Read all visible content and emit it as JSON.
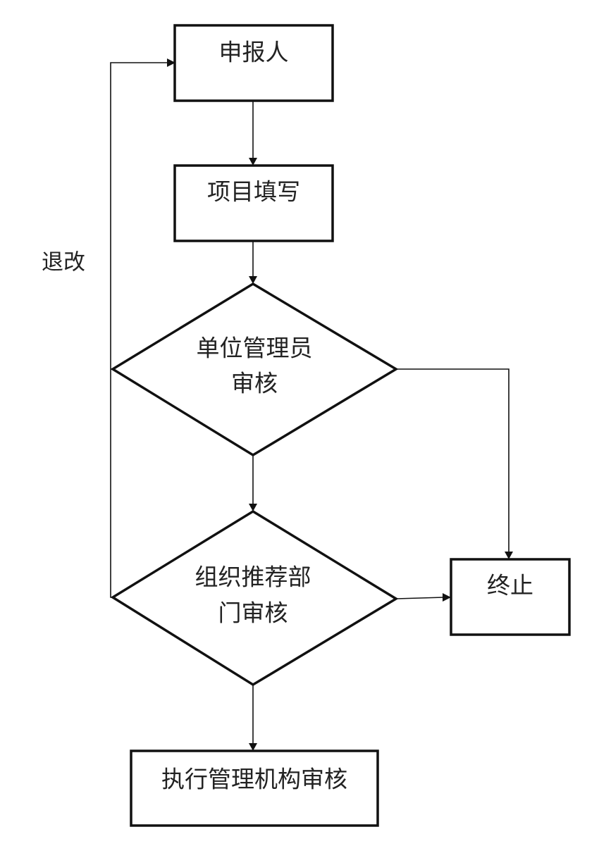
{
  "nodes": {
    "applicant": "申报人",
    "fill_form": "项目填写",
    "unit_review": [
      "单位管理员",
      "审核"
    ],
    "org_review": [
      "组织推荐部",
      "门审核"
    ],
    "terminate": "终止",
    "exec_review": "执行管理机构审核"
  },
  "edges": {
    "return_label": "退改"
  }
}
